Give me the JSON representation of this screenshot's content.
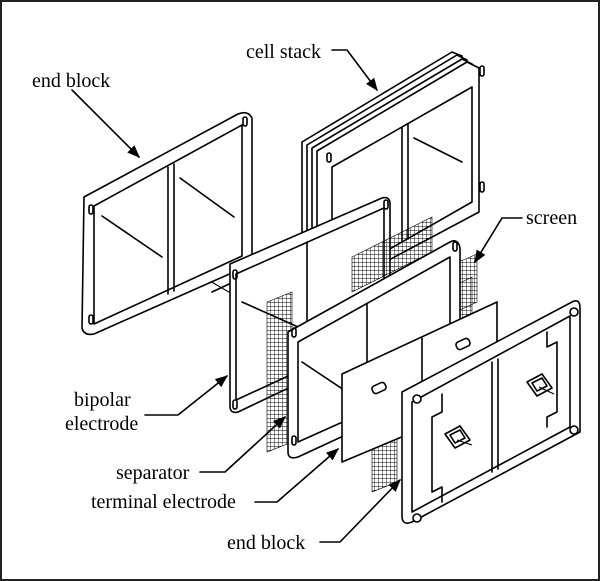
{
  "diagram": {
    "type": "exploded-view",
    "subject": "bipolar battery / cell stack assembly",
    "labels": {
      "end_block_top": "end block",
      "cell_stack": "cell stack",
      "screen": "screen",
      "bipolar_electrode_line1": "bipolar",
      "bipolar_electrode_line2": "electrode",
      "separator": "separator",
      "terminal_electrode": "terminal electrode",
      "end_block_bottom": "end block"
    },
    "colors": {
      "line": "#000000",
      "background": "#ffffff",
      "border": "#222222"
    }
  }
}
